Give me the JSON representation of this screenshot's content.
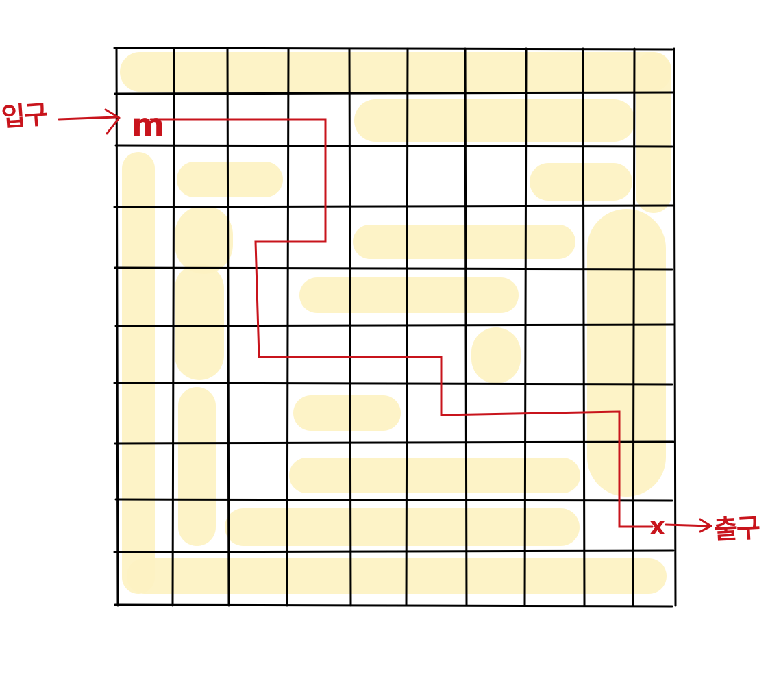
{
  "maze": {
    "rows": 10,
    "cols": 10,
    "entrance_label": "입구",
    "exit_label": "출구",
    "entrance_mark": "m",
    "exit_mark": "x",
    "colors": {
      "grid": "#000000",
      "highlight": "#fdf2c2",
      "path": "#c8141c",
      "background": "#ffffff"
    }
  }
}
